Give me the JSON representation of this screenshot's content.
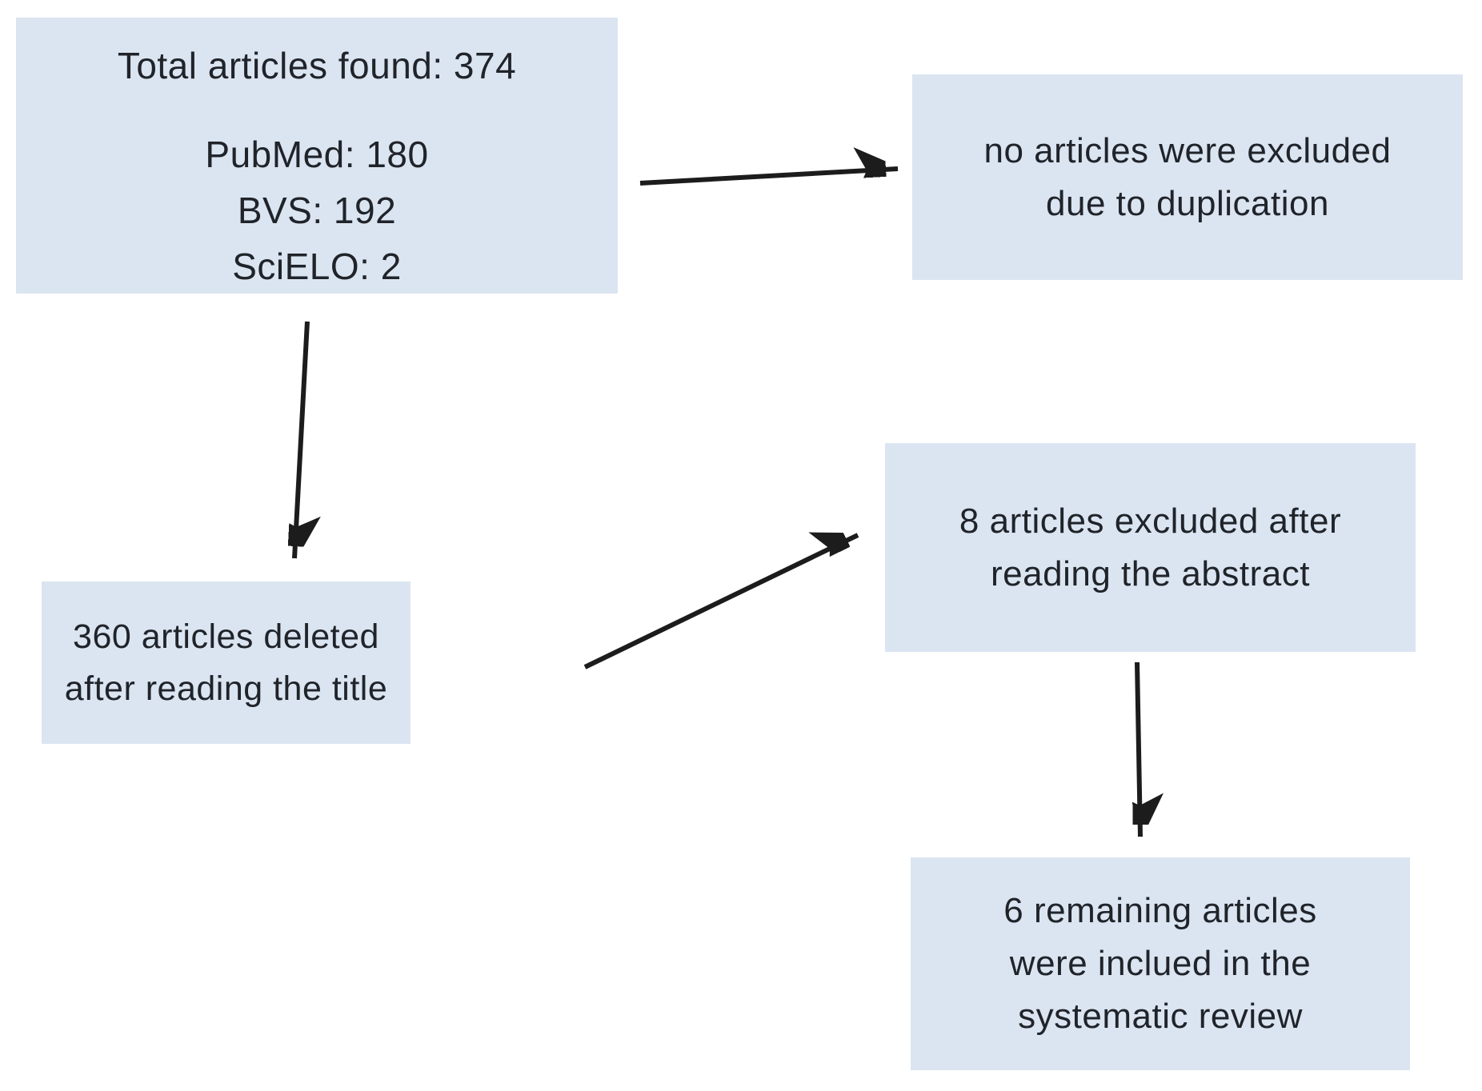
{
  "colors": {
    "background": "#ffffff",
    "box_fill": "#dbe5f1",
    "text": "#20242a",
    "arrow": "#1c1c1c"
  },
  "flowchart": {
    "identification": {
      "title": "Total articles found: 374",
      "sources": [
        "PubMed: 180",
        "BVS: 192",
        "SciELO: 2"
      ]
    },
    "duplication": {
      "text": "no articles were excluded\ndue to duplication"
    },
    "title_screening": {
      "text": "360 articles deleted\nafter reading the title"
    },
    "abstract_screening": {
      "text": "8 articles excluded after\nreading the abstract"
    },
    "included": {
      "text": "6 remaining articles\nwere inclued in the\nsystematic review"
    }
  }
}
